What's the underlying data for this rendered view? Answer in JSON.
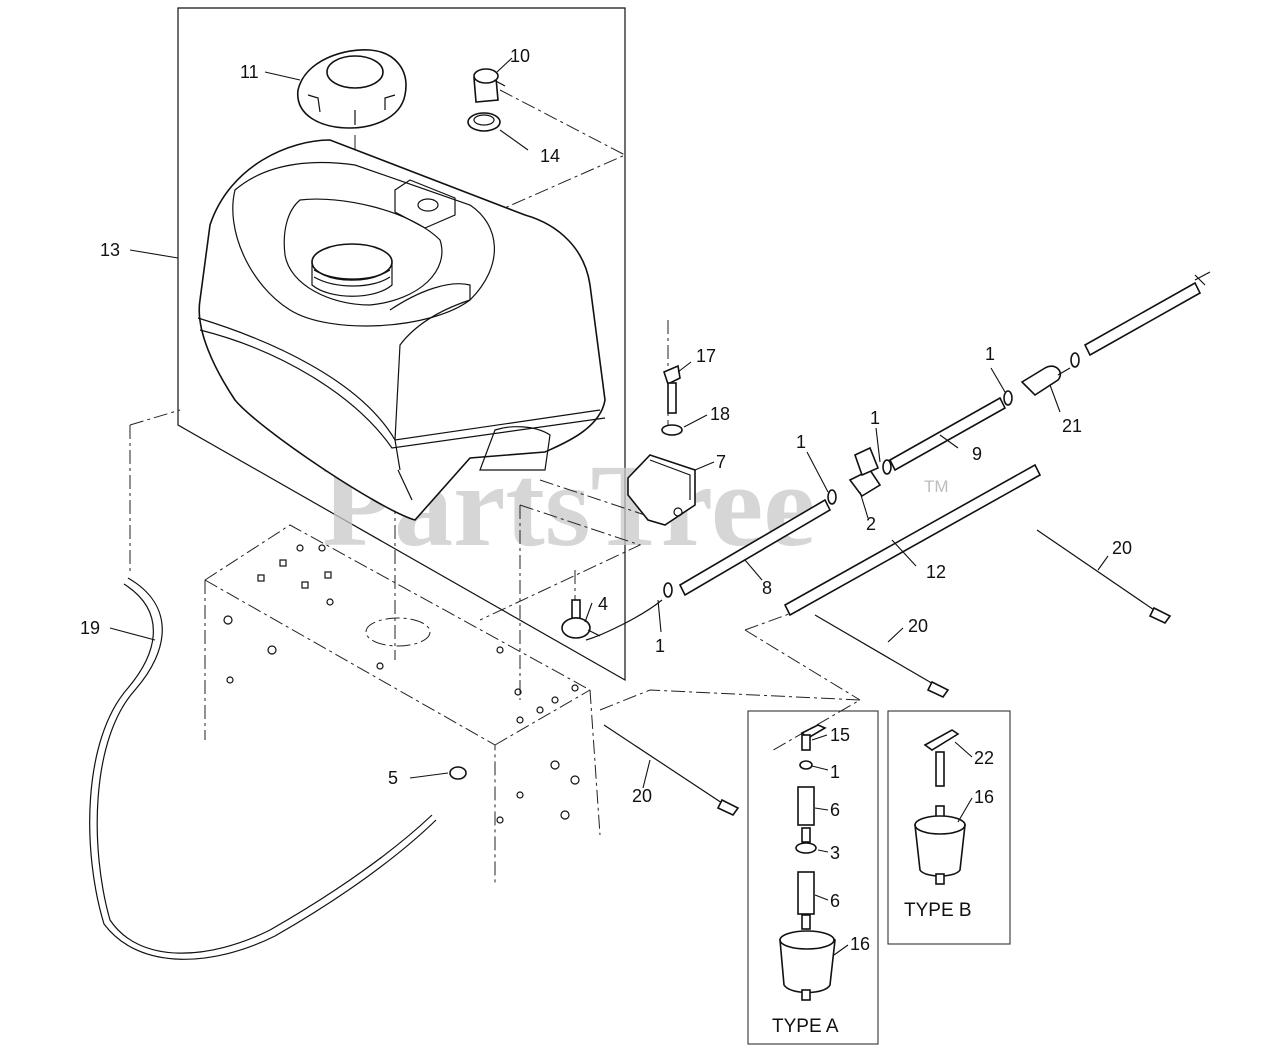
{
  "watermark": {
    "text": "PartsTree",
    "trademark": "TM"
  },
  "callouts": {
    "c1a": "1",
    "c1b": "1",
    "c1c": "1",
    "c1d": "1",
    "c1e": "1",
    "c2": "2",
    "c3": "3",
    "c4": "4",
    "c5": "5",
    "c6a": "6",
    "c6b": "6",
    "c7": "7",
    "c8": "8",
    "c9": "9",
    "c10": "10",
    "c11": "11",
    "c12": "12",
    "c13": "13",
    "c14": "14",
    "c15": "15",
    "c16a": "16",
    "c16b": "16",
    "c17": "17",
    "c18": "18",
    "c19": "19",
    "c20a": "20",
    "c20b": "20",
    "c20c": "20",
    "c21": "21",
    "c22": "22"
  },
  "type_labels": {
    "type_a": "TYPE A",
    "type_b": "TYPE B"
  }
}
